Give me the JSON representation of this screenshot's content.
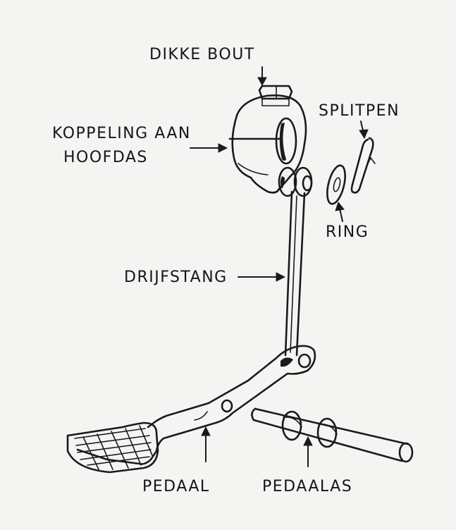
{
  "labels": {
    "dikke_bout": "DIKKE BOUT",
    "koppeling_line1": "KOPPELING AAN",
    "koppeling_line2": "HOOFDAS",
    "splitpen": "SPLITPEN",
    "ring": "RING",
    "drijfstang": "DRIJFSTANG",
    "pedaal": "PEDAAL",
    "pedaalas": "PEDAALAS"
  }
}
